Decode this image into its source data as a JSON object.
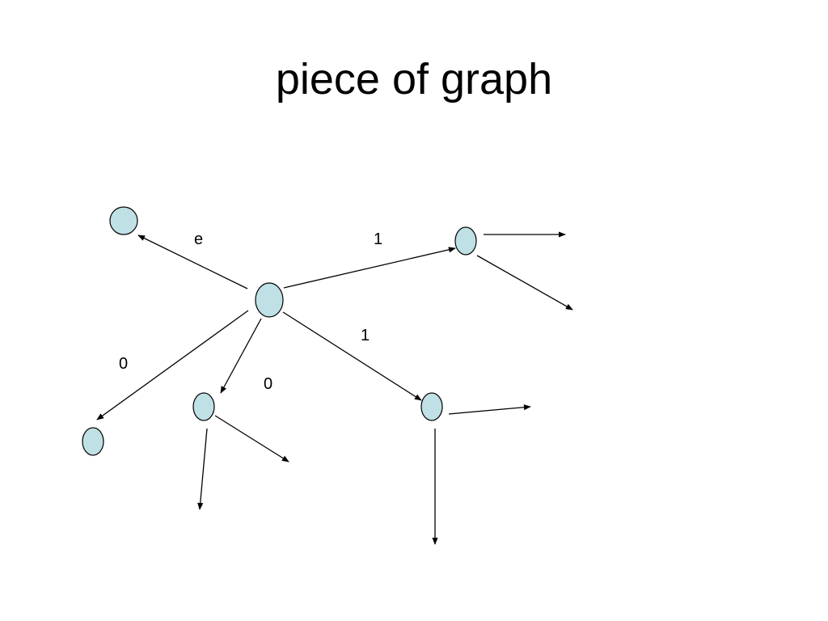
{
  "title": "piece of graph",
  "colors": {
    "node_fill": "#bfe0e4",
    "stroke": "#000000"
  },
  "edge_labels": {
    "e": "e",
    "one_top": "1",
    "one_mid": "1",
    "zero_left": "0",
    "zero_mid": "0"
  }
}
